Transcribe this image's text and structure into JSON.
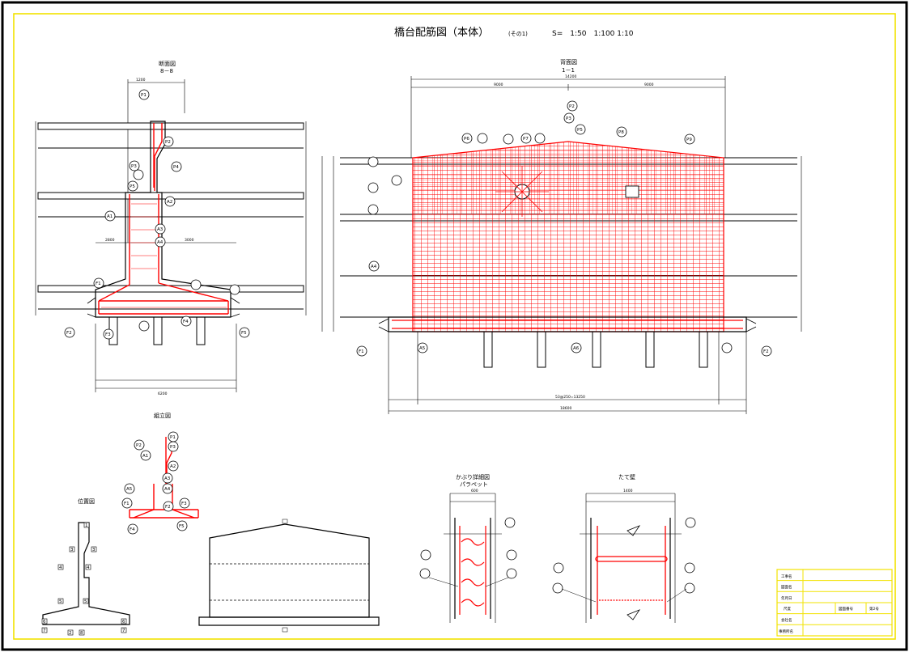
{
  "title": {
    "main": "橋台配筋図（本体）",
    "sub": "(その1)",
    "scale": "S=　1:50　1:100 1:10"
  },
  "views": {
    "section": {
      "title": "断面図",
      "subtitle": "8－8"
    },
    "front": {
      "title": "背面図",
      "subtitle": "1－1"
    },
    "assembly": {
      "title": "組立図"
    },
    "position": {
      "title": "位置図"
    },
    "haunch": {
      "title": "かぶり詳細図",
      "subtitle": "パラペット"
    },
    "wall": {
      "title": "たて壁"
    }
  },
  "dimensions": {
    "section_top": "1200",
    "section_bottom": "6200",
    "section_mid_left": "2800",
    "section_mid_right": "3000",
    "front_total": "14200",
    "front_left": "9000",
    "front_right": "9000",
    "front_bottom_total": "18600",
    "front_bottom_mid": "53@250=13250",
    "haunch_width": "600",
    "wall_width": "1400"
  },
  "rebar_marks": {
    "section": [
      "P1",
      "P2",
      "P3",
      "P4",
      "P5",
      "A1",
      "A2",
      "A3",
      "A4",
      "F1",
      "F2",
      "F3",
      "F4",
      "F5"
    ],
    "front": [
      "P2",
      "P3",
      "P5",
      "P6",
      "P7",
      "P8",
      "P9",
      "A4",
      "A5",
      "A6",
      "F1",
      "F2"
    ],
    "assembly": [
      "P1",
      "P2",
      "P3",
      "A1",
      "A2",
      "A3",
      "A4",
      "A5",
      "F1",
      "F2",
      "F3",
      "F4",
      "F5"
    ]
  },
  "position_marks": [
    "1",
    "2",
    "3",
    "3",
    "4",
    "4",
    "5",
    "5",
    "6",
    "6",
    "7",
    "7",
    "8"
  ],
  "title_block": {
    "rows": [
      {
        "label": "工事名",
        "value": ""
      },
      {
        "label": "図面名",
        "value": ""
      },
      {
        "label": "年月日",
        "value": ""
      },
      {
        "label": "尺度",
        "value": "",
        "extra_label": "図面番号",
        "extra_value": "第2号"
      },
      {
        "label": "会社名",
        "value": ""
      },
      {
        "label": "事務所名",
        "value": ""
      }
    ]
  },
  "colors": {
    "frame": "#000000",
    "rebar": "#ff0000",
    "title_block": "#f2e300",
    "linework": "#000000"
  }
}
